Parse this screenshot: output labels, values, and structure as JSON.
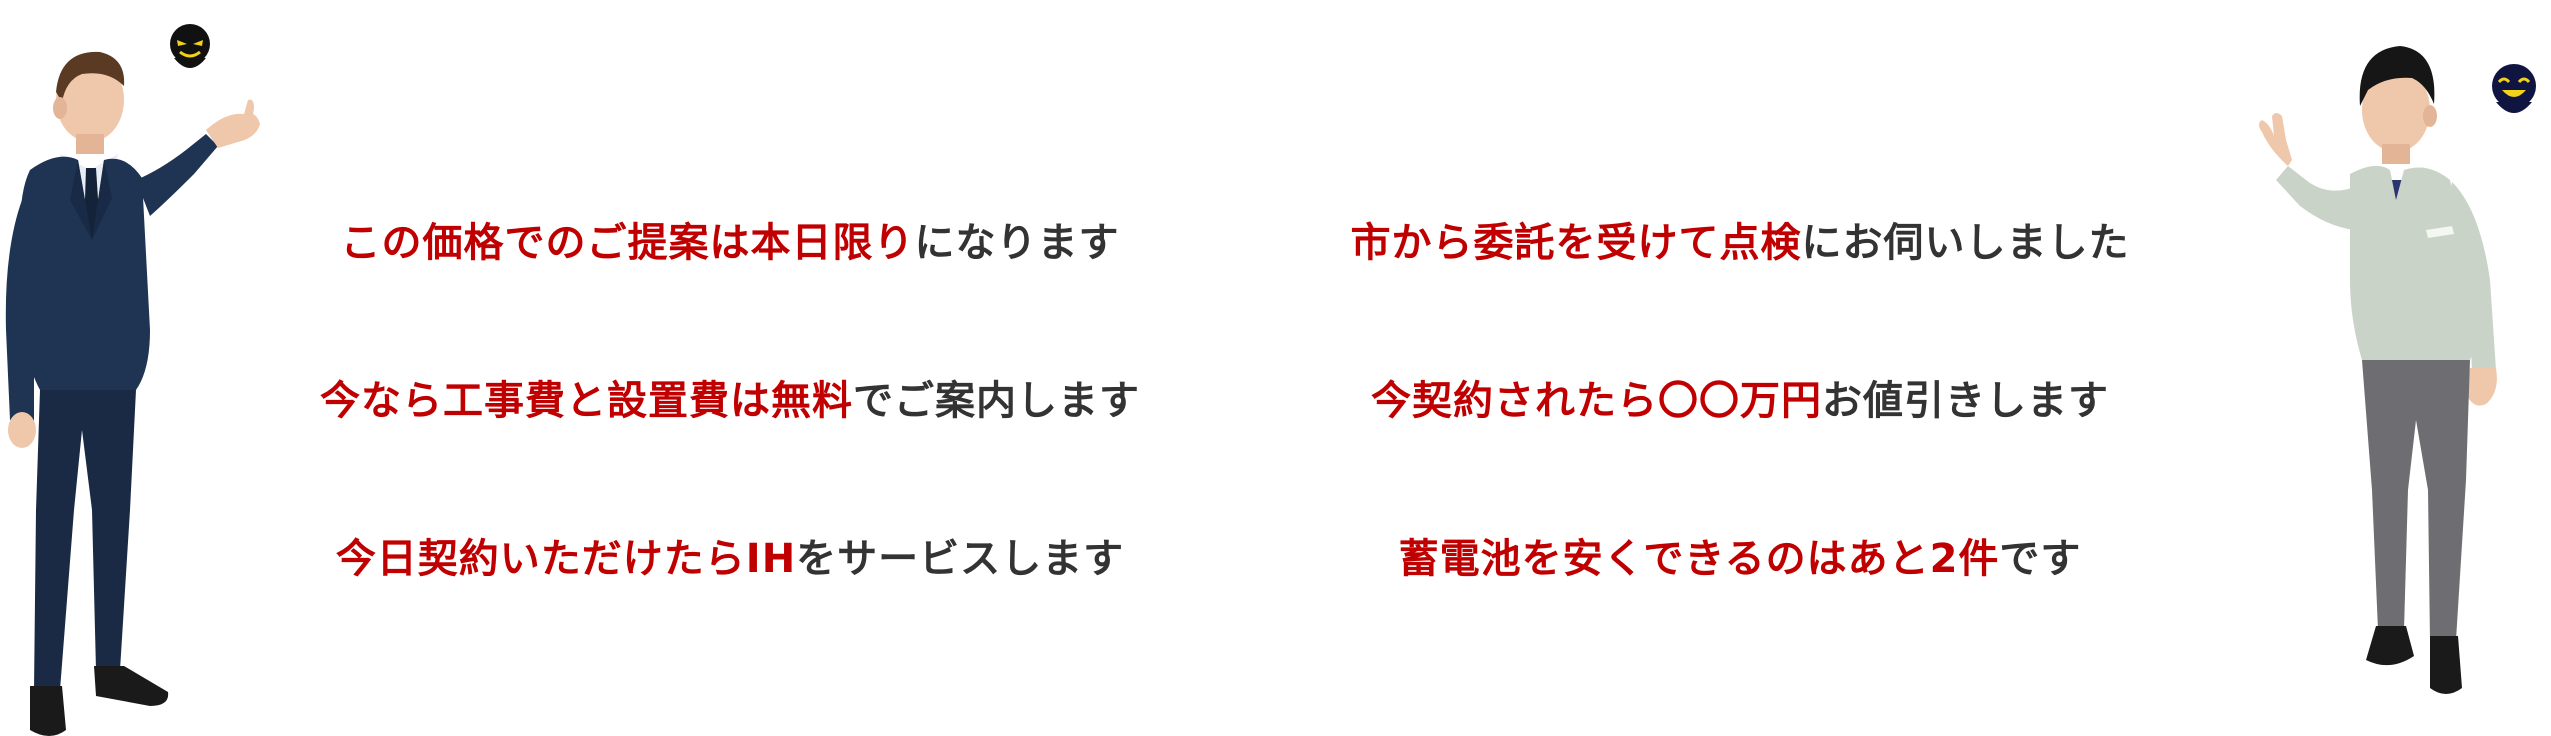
{
  "colors": {
    "accent": "#c00000",
    "text": "#333333",
    "background": "#ffffff"
  },
  "icons": {
    "left_character": "businessman-icon",
    "right_character": "worker-icon",
    "left_face": "sinister-face-icon",
    "right_face": "grinning-face-icon"
  },
  "phrases_left": [
    {
      "highlight": "この価格でのご提案は本日限り",
      "rest": "になります"
    },
    {
      "highlight": "今なら工事費と設置費は無料",
      "rest": "でご案内します"
    },
    {
      "highlight": "今日契約いただけたらIH",
      "rest": "をサービスします"
    }
  ],
  "phrases_right": [
    {
      "highlight": "市から委託を受けて点検",
      "rest": "にお伺いしました"
    },
    {
      "highlight": "今契約されたら〇〇万円",
      "rest": "お値引きします"
    },
    {
      "highlight": "蓄電池を安くできるのはあと2件",
      "rest": "です"
    }
  ]
}
